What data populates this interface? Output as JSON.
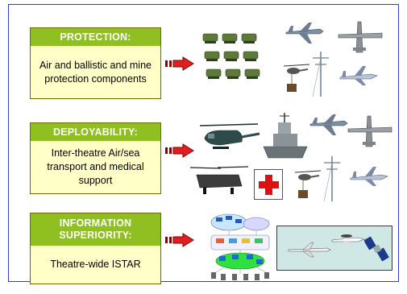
{
  "cards": [
    {
      "heading": "PROTECTION:",
      "body": "Air and ballistic and mine protection components"
    },
    {
      "heading": "DEPLOYABILITY:",
      "body": "Inter-theatre Air/sea transport and medical support"
    },
    {
      "heading": "INFORMATION SUPERIORITY:",
      "body": "Theatre-wide ISTAR"
    }
  ],
  "colors": {
    "heading_bg": "#8fbf20",
    "card_bg": "#ffffc8",
    "arrow": "#e02020",
    "frame": "#2c3cc8",
    "vehicle": "#5d7a3a"
  },
  "icons": [
    "armoured-vehicles-icon",
    "fighter-jet-icon",
    "transport-plane-icon",
    "helicopter-icon",
    "radio-mast-icon",
    "airliner-icon",
    "warship-icon",
    "red-cross-icon",
    "network-diagram-icon",
    "uav-icon",
    "satellite-icon"
  ]
}
